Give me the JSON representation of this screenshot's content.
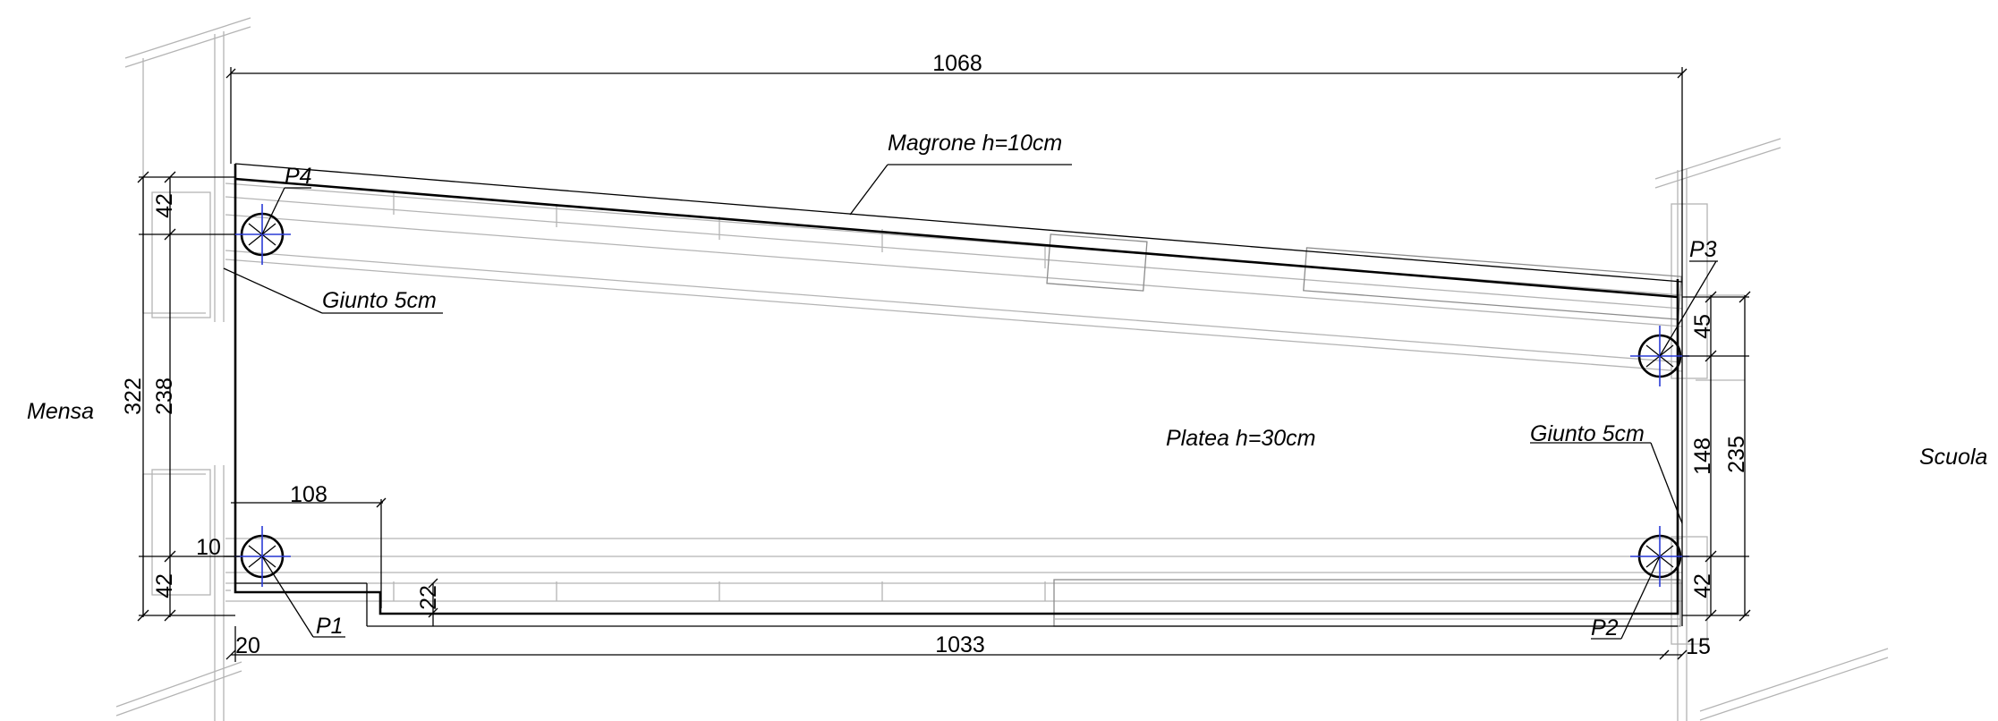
{
  "dimensions": {
    "top_width": "1068",
    "bottom_width": "1033",
    "p1_offset_x": "108",
    "left_total": "322",
    "left_mid": "238",
    "left_top": "42",
    "left_bottom": "42",
    "left_edge": "10",
    "step_height": "22",
    "bottom_left": "20",
    "right_top": "45",
    "right_mid": "148",
    "right_total": "235",
    "right_bottom": "42",
    "bottom_right": "15"
  },
  "labels": {
    "magrone": "Magrone h=10cm",
    "giunto_left": "Giunto 5cm",
    "giunto_right": "Giunto 5cm",
    "platea": "Platea h=30cm",
    "mensa": "Mensa",
    "scuola": "Scuola"
  },
  "piles": {
    "p1": "P1",
    "p2": "P2",
    "p3": "P3",
    "p4": "P4"
  },
  "colors": {
    "lines": "#000000",
    "background_lines": "#b4b4b4",
    "pile_axes": "#2a3bd6"
  }
}
